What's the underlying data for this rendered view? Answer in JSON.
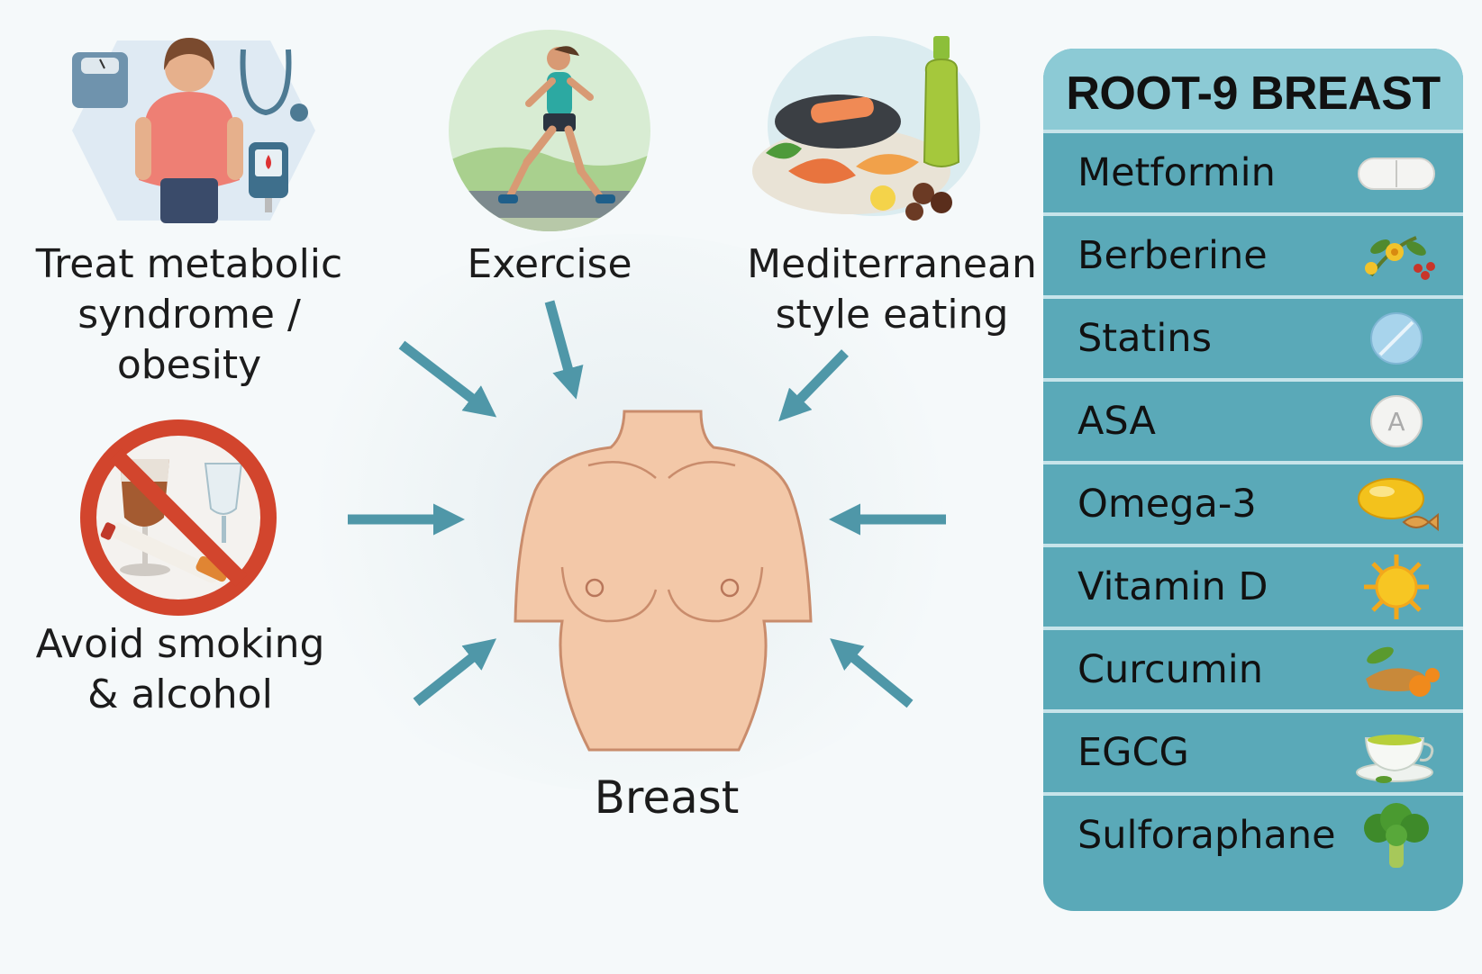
{
  "factors": {
    "metabolic": "Treat metabolic\nsyndrome / obesity",
    "exercise": "Exercise",
    "diet": "Mediterranean\nstyle eating",
    "avoid": "Avoid smoking\n& alcohol"
  },
  "center": {
    "label": "Breast"
  },
  "panel": {
    "title": "ROOT-9 BREAST",
    "items": [
      {
        "label": "Metformin",
        "icon": "pill-capsule-icon"
      },
      {
        "label": "Berberine",
        "icon": "berberine-plant-icon"
      },
      {
        "label": "Statins",
        "icon": "statin-tablet-icon"
      },
      {
        "label": "ASA",
        "icon": "aspirin-tablet-icon",
        "mark": "A"
      },
      {
        "label": "Omega-3",
        "icon": "fish-oil-capsule-icon"
      },
      {
        "label": "Vitamin D",
        "icon": "sun-icon"
      },
      {
        "label": "Curcumin",
        "icon": "turmeric-root-icon"
      },
      {
        "label": "EGCG",
        "icon": "green-tea-cup-icon"
      },
      {
        "label": "Sulforaphane",
        "icon": "broccoli-icon"
      }
    ]
  },
  "colors": {
    "panel": "#5aa9b8",
    "panel_header": "#8ccad5",
    "arrow": "#4f97a8",
    "skin": "#f3c8a8",
    "prohibition": "#d2452d"
  }
}
